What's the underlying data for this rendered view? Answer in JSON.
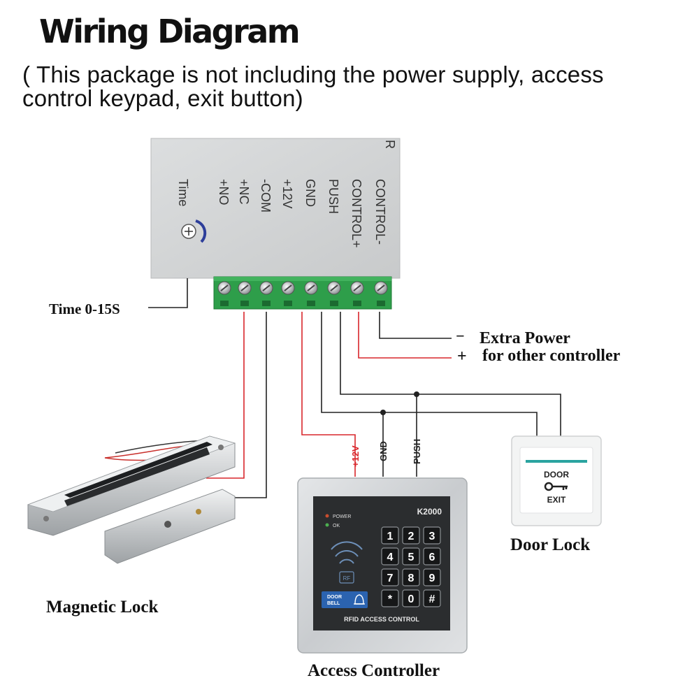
{
  "title": "Wiring Diagram",
  "subtitle_line1": "( This package is not including the power supply, access",
  "subtitle_line2": "control keypad, exit button)",
  "power_box": {
    "header_partial": "R",
    "time_label": "Time",
    "terminals": [
      "+NO",
      "+NC",
      "-COM",
      "+12V",
      "GND",
      "PUSH",
      "CONTROL+",
      "CONTROL-"
    ]
  },
  "labels": {
    "time_range": "Time  0-15S",
    "minus": "−",
    "extra_power": "Extra Power",
    "plus": "+",
    "for_other_controller": "for other controller",
    "magnetic_lock": "Magnetic Lock",
    "door_lock": "Door Lock",
    "access_controller": "Access Controller"
  },
  "wire_labels": {
    "plus12v": "+12V",
    "gnd": "GND",
    "push": "PUSH"
  },
  "keypad": {
    "model": "K2000",
    "power": "POWER",
    "ok": "OK",
    "rf": "RF",
    "door_bell_line1": "DOOR",
    "door_bell_line2": "BELL",
    "footer": "RFID ACCESS CONTROL",
    "keys": [
      "1",
      "2",
      "3",
      "4",
      "5",
      "6",
      "7",
      "8",
      "9",
      "*",
      "0",
      "#"
    ]
  },
  "exit_button": {
    "top": "DOOR",
    "bottom": "EXIT"
  },
  "colors": {
    "red_wire": "#d9262b",
    "black_wire": "#222222",
    "terminal_green": "#2e9e4a",
    "box_gray": "#d3d5d6"
  }
}
